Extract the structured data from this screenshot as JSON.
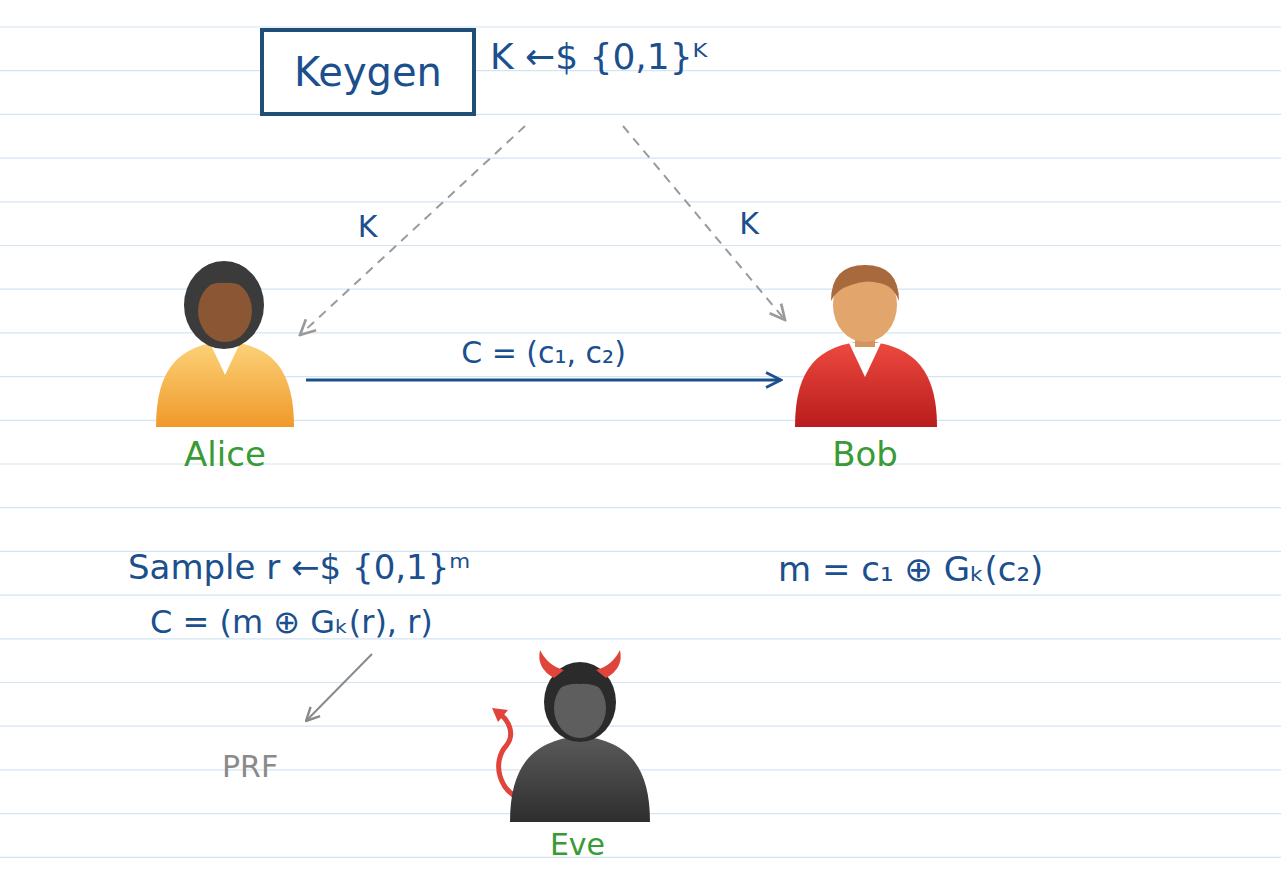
{
  "diagram": {
    "nodes": [
      {
        "text": [
          "Keygen",
          "K ←$ {0,1}ᴷ"
        ]
      },
      {
        "text": [
          "Alice"
        ]
      },
      {
        "text": [
          "Bob"
        ]
      },
      {
        "text": [
          "Eve"
        ]
      }
    ],
    "edges": [
      {
        "from": 0,
        "to": 1,
        "label": "K",
        "arrow": "to"
      },
      {
        "from": 0,
        "to": 2,
        "label": "K",
        "arrow": "to"
      },
      {
        "from": 1,
        "to": 2,
        "label": "C = (c₁, c₂)",
        "arrow": "to"
      }
    ],
    "labels": [
      "Sample r ←$ {0,1}ᵐ",
      "C = (m ⊕ Gₖ(r), r)",
      "m = c₁ ⊕ Gₖ(c₂)",
      "PRF"
    ]
  }
}
